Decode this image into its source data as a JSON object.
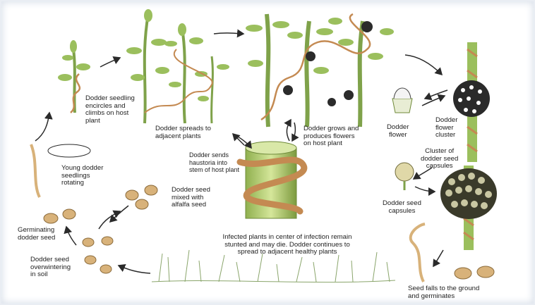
{
  "labels": {
    "seedling_climbs": "Dodder seedling\nencircles and\nclimbs on host\nplant",
    "spreads": "Dodder spreads to\nadjacent plants",
    "grows_flowers": "Dodder grows and\nproduces flowers\non host plant",
    "haustoria": "Dodder sends\nhaustoria into\nstem of host plant",
    "flower": "Dodder\nflower",
    "flower_cluster": "Dodder\nflower\ncluster",
    "young_seedlings": "Young dodder\nseedlings\nrotating",
    "seed_mixed": "Dodder seed\nmixed with\nalfalfa seed",
    "germinating": "Germinating\ndodder seed",
    "overwintering": "Dodder seed\noverwintering\nin soil",
    "capsule_cluster": "Cluster of\ndodder seed\ncapsules",
    "capsules": "Dodder seed\ncapsules",
    "infected_plants": "Infected plants in center of infection remain\nstunted and may die. Dodder continues to\nspread to adjacent healthy plants",
    "seed_falls": "Seed falls to the ground\nand germinates"
  },
  "colors": {
    "stem_green": "#7fa24a",
    "leaf_green": "#9bbf5d",
    "dodder_tan": "#c48a52",
    "seed_tan": "#d8b27a",
    "arrow": "#2a2a2a",
    "host_stem": "#b8cf6b"
  }
}
